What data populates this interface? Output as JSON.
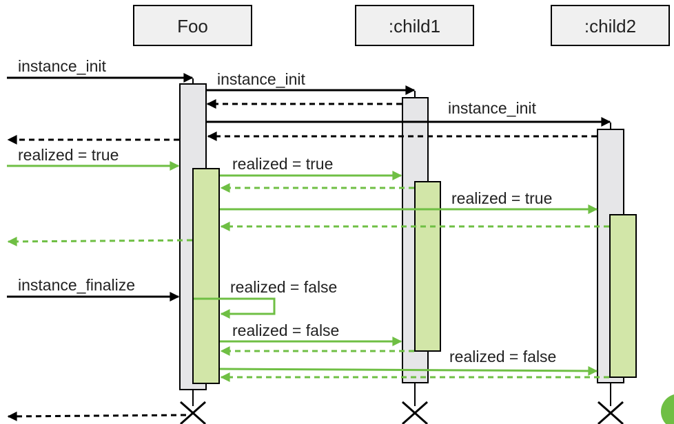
{
  "colors": {
    "black": "#000000",
    "green": "#6fbf44",
    "box_fill": "#f0f0f0",
    "activation_gray": "#e6e6e8",
    "activation_green": "#d2e6a8",
    "corner_badge": "#6fbf44"
  },
  "participants": {
    "foo": "Foo",
    "child1": ":child1",
    "child2": ":child2"
  },
  "messages": {
    "m1": "instance_init",
    "m2": "instance_init",
    "m3": "instance_init",
    "m4": "realized = true",
    "m5": "realized = true",
    "m6": "realized = true",
    "m7": "instance_finalize",
    "m8": "realized = false",
    "m9": "realized = false",
    "m10": "realized = false"
  }
}
